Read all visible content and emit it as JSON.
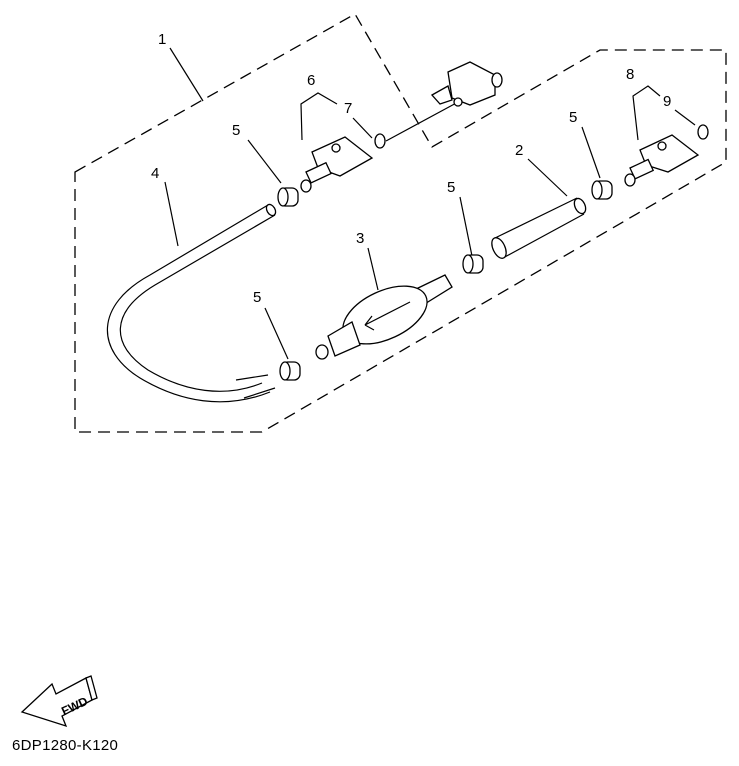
{
  "diagram": {
    "callouts": [
      "1",
      "6",
      "7",
      "5",
      "4",
      "8",
      "9",
      "5",
      "2",
      "5",
      "3",
      "5"
    ],
    "fwd_label": "FWD",
    "diagram_code": "6DP1280-K120"
  }
}
